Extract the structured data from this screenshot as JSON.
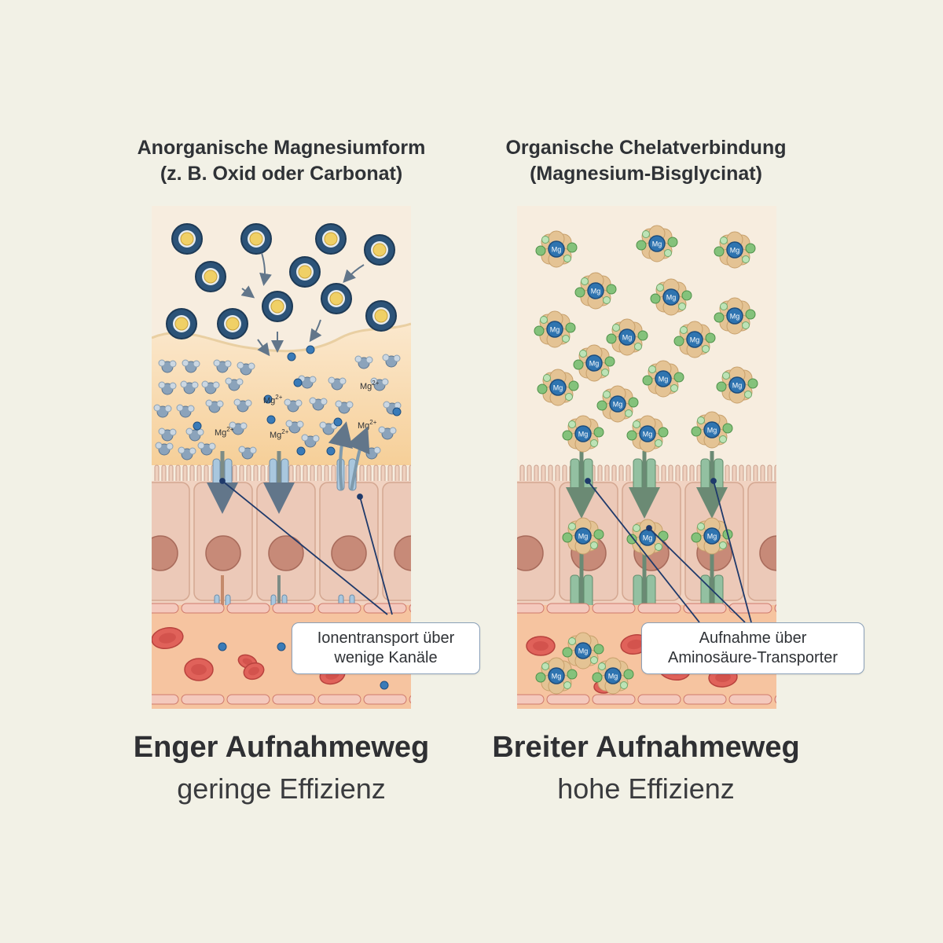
{
  "left": {
    "title_line1": "Anorganische Magnesiumform",
    "title_line2": "(z. B. Oxid oder Carbonat)",
    "ion_label": "Mg",
    "ion_charge": "2+",
    "callout_line1": "Ionentransport über",
    "callout_line2": "wenige Kanäle",
    "caption_main": "Enger Aufnahmeweg",
    "caption_sub": "geringe Effizienz"
  },
  "right": {
    "title_line1": "Organische Chelatverbindung",
    "title_line2": "(Magnesium-Bisglycinat)",
    "chelate_label": "Mg",
    "callout_line1": "Aufnahme über",
    "callout_line2": "Aminosäure-Transporter",
    "caption_main": "Breiter Aufnahmeweg",
    "caption_sub": "hohe Effizienz"
  },
  "colors": {
    "background": "#f2f1e6",
    "salt_ring": "#2c5378",
    "salt_core": "#f0d066",
    "water": "#8ba3bb",
    "mg_ion": "#3a7bb8",
    "chelate_core": "#2f74b0",
    "glycine": "#84c27b",
    "chelate_halo": "#e4c394",
    "ion_channel": "#a9c7de",
    "transporter": "#93c0a1",
    "cell": "#ecc9b8",
    "nucleus": "#c78a78",
    "blood": "#f6c4a0",
    "erythrocyte": "#e0625a",
    "leader_line": "#1f3a6b"
  }
}
